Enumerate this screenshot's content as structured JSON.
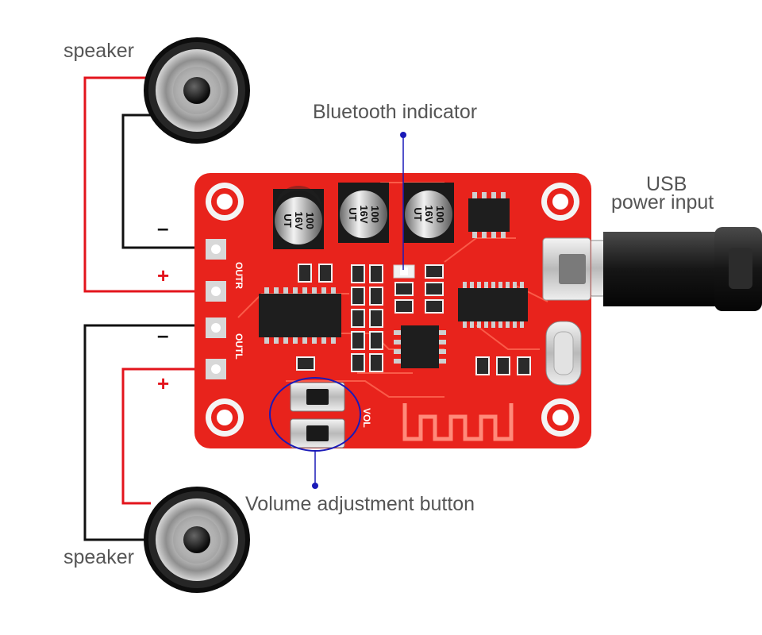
{
  "labels": {
    "speaker_top": "speaker",
    "speaker_bottom": "speaker",
    "bluetooth_indicator": "Bluetooth indicator",
    "usb_line1": "USB",
    "usb_line2": "power input",
    "volume_button": "Volume adjustment button"
  },
  "wiring": {
    "right_channel_minus": "–",
    "right_channel_plus": "+",
    "left_channel_minus": "–",
    "left_channel_plus": "+"
  },
  "board_silkscreen": {
    "outr": "OUTR",
    "outl": "OUTL",
    "vol": "VOL",
    "cap_value": "100",
    "cap_voltage": "16V",
    "cap_series": "UT"
  },
  "colors": {
    "board": "#e8231c",
    "wire_red": "#e3141c",
    "wire_black": "#111111",
    "pointer_blue": "#1a1ab8",
    "label_text": "#555555"
  }
}
